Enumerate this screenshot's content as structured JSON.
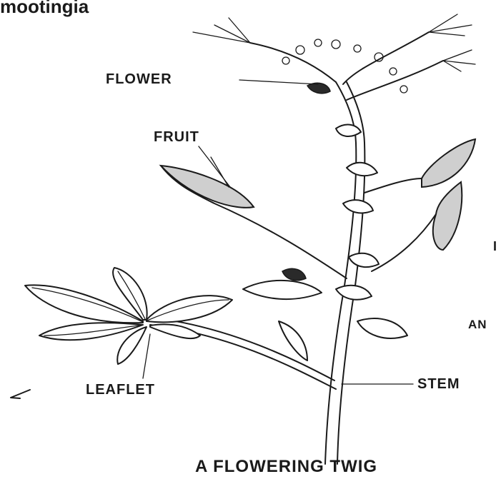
{
  "header_fragment": "mootingia",
  "labels": {
    "flower": "FLOWER",
    "fruit": "FRUIT",
    "leaflet": "LEAFLET",
    "stem": "STEM"
  },
  "caption": "A FLOWERING TWIG",
  "edge_text": {
    "right_mid": "AN",
    "right_upper": "I"
  }
}
